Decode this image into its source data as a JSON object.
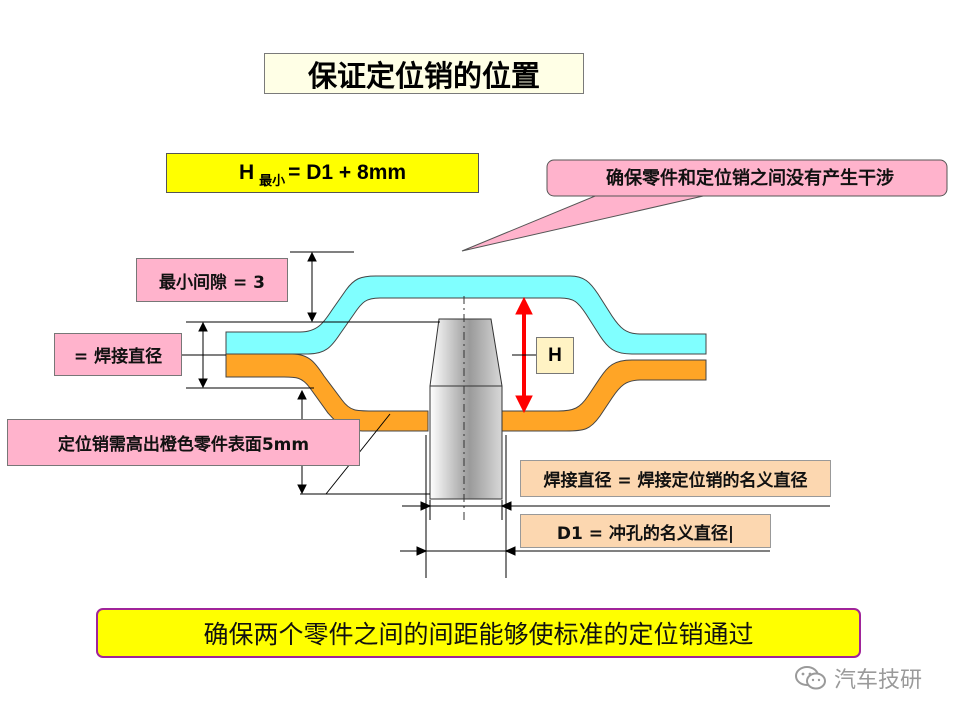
{
  "title": "保证定位销的位置",
  "formula": {
    "left": "H",
    "subscript": "最小",
    "right": "= D1 + 8mm"
  },
  "callout": "确保零件和定位销之间没有产生干涉",
  "labels": {
    "min_gap": "最小间隙 = 3",
    "weld_equal": "= 焊接直径",
    "pin_height": "定位销需高出橙色零件表面5mm",
    "h": "H",
    "weld_diameter_def": "焊接直径 = 焊接定位销的名义直径",
    "d1_def": "D1 = 冲孔的名义直径|"
  },
  "bottom_banner": "确保两个零件之间的间距能够使标准的定位销通过",
  "watermark": {
    "icon": "wechat-icon",
    "text": "汽车技研"
  },
  "colors": {
    "upper_part": "#80ffff",
    "lower_part": "#ffa526",
    "formula_bg": "#ffff00",
    "label_pink": "#ffb3cc",
    "label_peach": "#fcd7b0",
    "h_arrow": "#ff0000",
    "banner_border": "#a0249a"
  }
}
